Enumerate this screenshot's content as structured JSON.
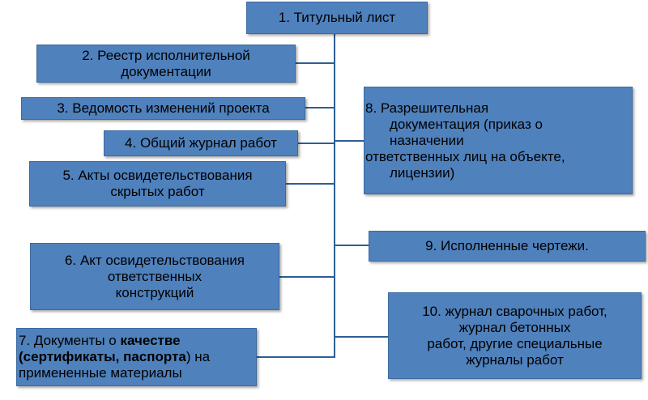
{
  "title_box": {
    "text": "1. Титульный лист"
  },
  "left_boxes": {
    "b2": {
      "l1": "2. Реестр исполнительной",
      "l2": "документации"
    },
    "b3": {
      "l1": "3. Ведомость изменений проекта"
    },
    "b4": {
      "l1": "4. Общий журнал работ"
    },
    "b5": {
      "l1": "5. Акты освидетельствования",
      "l2": "скрытых работ"
    },
    "b6": {
      "l1": "6. Акт освидетельствования",
      "l2": "ответственных",
      "l3": "конструкций"
    },
    "b7": {
      "l1_pre": "7. Документы о ",
      "l1_bold": "качестве",
      "l2_bold": "(сертификаты, паспорта",
      "l2_post": ") на",
      "l3": "примененные материалы"
    }
  },
  "right_boxes": {
    "b8": {
      "l1": "8. Разрешительная",
      "l2": "документация (приказ о",
      "l3": "назначении",
      "l4": "ответственных лиц на объекте,",
      "l5": "лицензии)"
    },
    "b9": {
      "l1": "9. Исполненные чертежи."
    },
    "b10": {
      "l1": "10. журнал сварочных работ,",
      "l2": "журнал бетонных",
      "l3": "работ, другие специальные",
      "l4": "журналы работ"
    }
  },
  "colors": {
    "box_fill": "#4f81bd",
    "connector": "#2c5f95"
  }
}
